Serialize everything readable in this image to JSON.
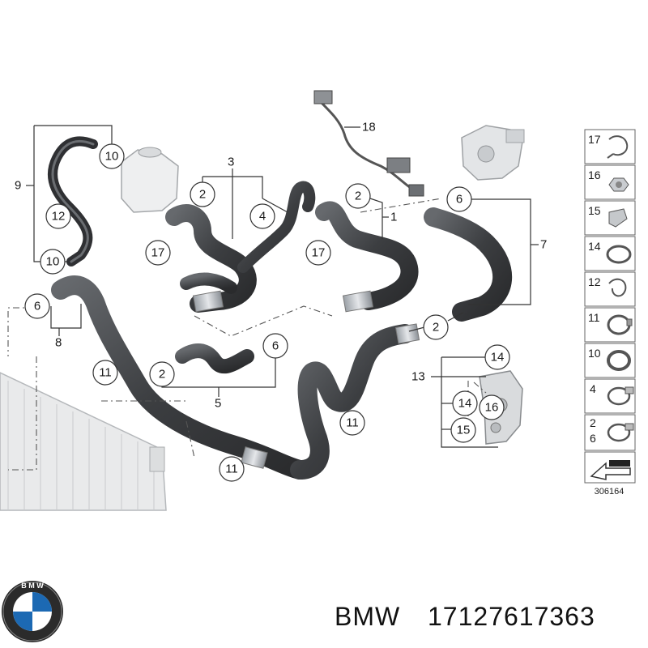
{
  "diagram": {
    "callouts": {
      "c10a": "10",
      "c10b": "10",
      "c12": "12",
      "c17a": "17",
      "c17b": "17",
      "c2a": "2",
      "c2b": "2",
      "c2c": "2",
      "c2d": "2",
      "c4": "4",
      "c6a": "6",
      "c6b": "6",
      "c6c": "6",
      "c11a": "11",
      "c11b": "11",
      "c11c": "11",
      "c14a": "14",
      "c14b": "14",
      "c15": "15",
      "c16": "16"
    },
    "labels": {
      "l9": "9",
      "l3": "3",
      "l18": "18",
      "l1": "1",
      "l7": "7",
      "l8": "8",
      "l5": "5",
      "l13": "13"
    },
    "legend": [
      {
        "number": "17",
        "icon": "spring-clip-icon"
      },
      {
        "number": "16",
        "icon": "hex-nut-icon"
      },
      {
        "number": "15",
        "icon": "bracket-clip-icon"
      },
      {
        "number": "14",
        "icon": "clamp-icon"
      },
      {
        "number": "12",
        "icon": "hose-clip-icon"
      },
      {
        "number": "11",
        "icon": "clamp-icon"
      },
      {
        "number": "10",
        "icon": "clamp-icon"
      },
      {
        "number": "4",
        "icon": "screw-clamp-icon"
      },
      {
        "number": "2\n6",
        "icon": "screw-clamp-icon"
      }
    ],
    "diagram_id": "306164"
  },
  "footer": {
    "brand": "BMW",
    "part_number": "17127617363"
  },
  "colors": {
    "hose": "#3f4144",
    "hose_highlight": "#6a6d71",
    "line": "#333333",
    "dashed": "#555555"
  }
}
